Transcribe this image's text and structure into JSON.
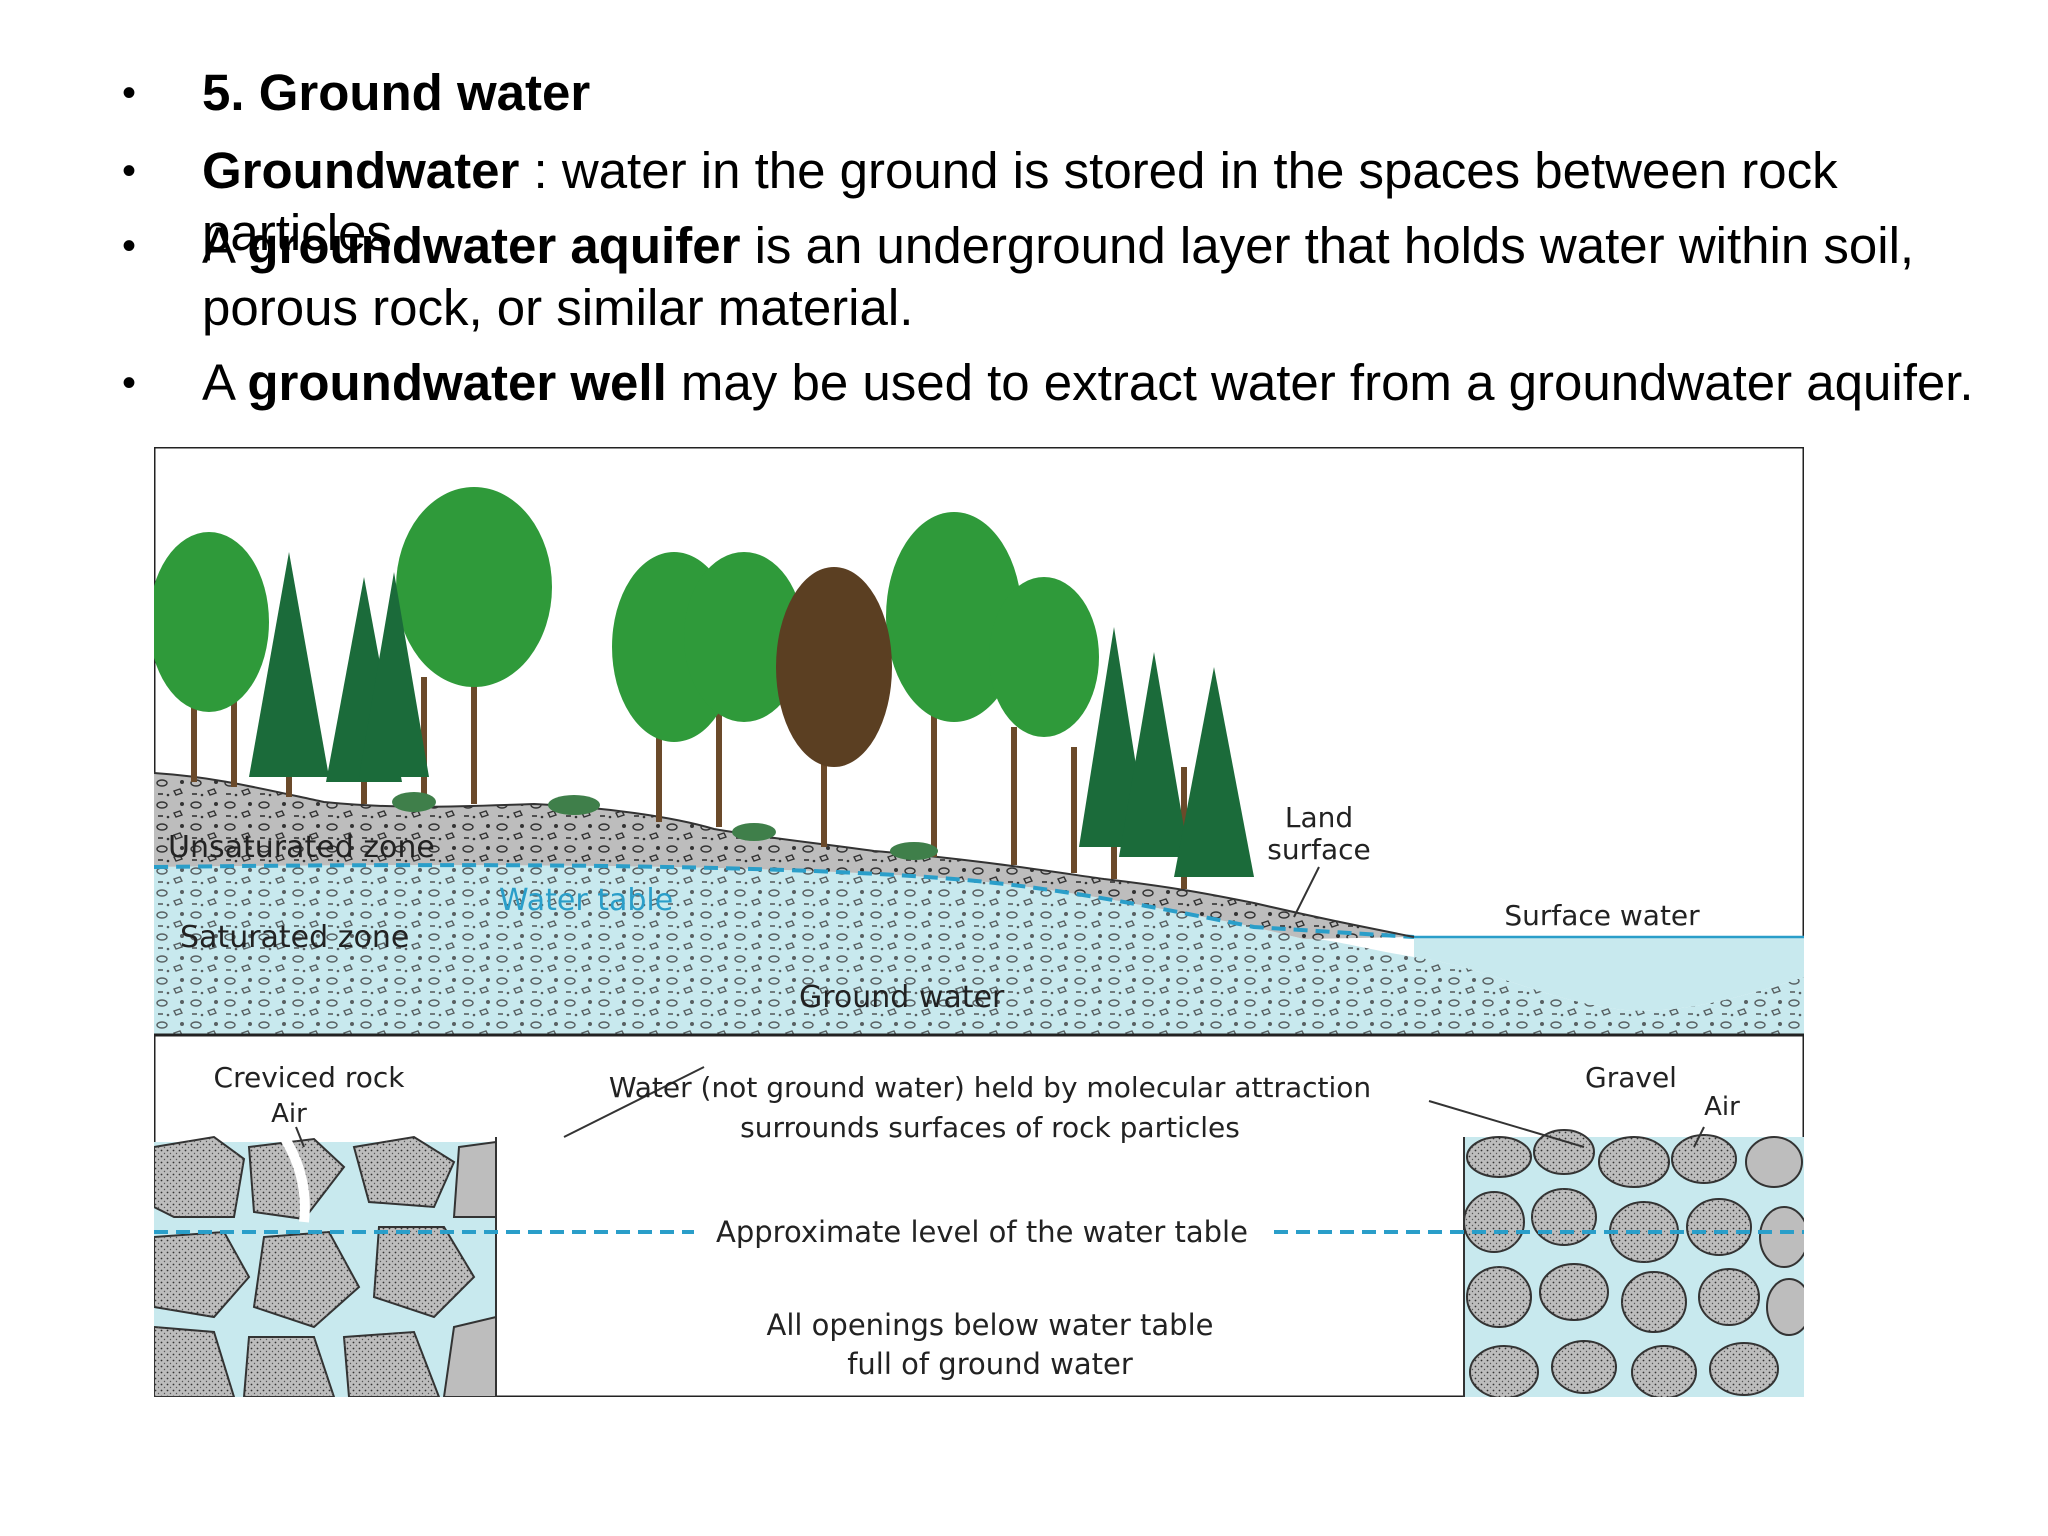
{
  "slide": {
    "bullets": [
      {
        "bold_lead": "5. Ground water",
        "before": "",
        "after": ""
      },
      {
        "bold_lead": "Groundwater",
        "before": "",
        "after": " : water in the ground is stored in the spaces between rock particles."
      },
      {
        "before": "A ",
        "bold_lead": "groundwater aquifer",
        "after": " is an underground layer that holds water within soil,",
        "line2": "porous rock, or similar material."
      },
      {
        "before": "A ",
        "bold_lead": "groundwater well",
        "after": " may be used to extract water from a groundwater aquifer."
      }
    ]
  },
  "figure": {
    "labels": {
      "unsaturated_zone": "Unsaturated zone",
      "water_table": "Water table",
      "saturated_zone": "Saturated zone",
      "ground_water": "Ground water",
      "land_surface_1": "Land",
      "land_surface_2": "surface",
      "surface_water": "Surface water",
      "creviced_rock": "Creviced rock",
      "air_left": "Air",
      "gravel": "Gravel",
      "air_right": "Air",
      "molecular_1": "Water (not ground water) held by molecular attraction",
      "molecular_2": "surrounds surfaces of rock particles",
      "approx_level": "Approximate level of the water table",
      "openings_1": "All openings below water table",
      "openings_2": "full of ground water"
    },
    "colors": {
      "water": "#c8e9ee",
      "water_line": "#2a9ec9",
      "rock": "#bdbdbd",
      "tree_light": "#2f9a3a",
      "tree_dark": "#1b6b3a",
      "trunk": "#6b4a2a"
    }
  }
}
